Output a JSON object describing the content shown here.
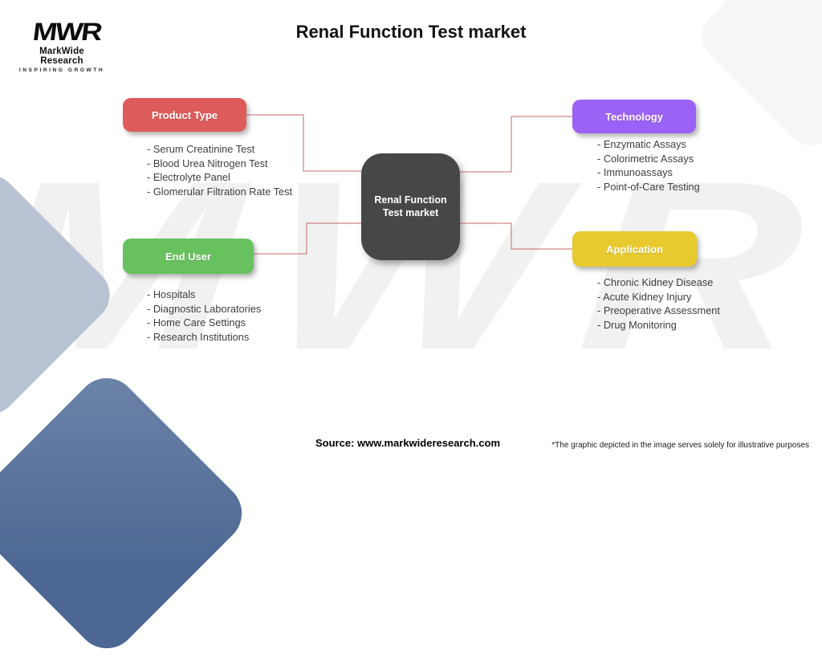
{
  "title": "Renal Function Test market",
  "logo": {
    "monogram": "MWR",
    "name": "MarkWide Research",
    "tagline": "INSPIRING GROWTH"
  },
  "watermark_text": "MWR",
  "center_node": {
    "label": "Renal Function Test market",
    "color": "#474747"
  },
  "list_prefix": "- ",
  "branches": [
    {
      "id": "product-type",
      "label": "Product Type",
      "color": "#DE5B5B",
      "items": [
        "Serum Creatinine Test",
        "Blood Urea Nitrogen Test",
        "Electrolyte Panel",
        "Glomerular Filtration Rate Test"
      ]
    },
    {
      "id": "technology",
      "label": "Technology",
      "color": "#9A62F5",
      "items": [
        "Enzymatic Assays",
        "Colorimetric Assays",
        "Immunoassays",
        "Point-of-Care Testing"
      ]
    },
    {
      "id": "end-user",
      "label": "End User",
      "color": "#67C15E",
      "items": [
        "Hospitals",
        "Diagnostic Laboratories",
        "Home Care Settings",
        "Research Institutions"
      ]
    },
    {
      "id": "application",
      "label": "Application",
      "color": "#E9CA2E",
      "items": [
        "Chronic Kidney Disease",
        "Acute Kidney Injury",
        "Preoperative Assessment",
        "Drug Monitoring"
      ]
    }
  ],
  "footer": {
    "source": "Source: www.markwideresearch.com",
    "disclaimer": "*The graphic depicted in the image serves solely for illustrative purposes"
  },
  "colors": {
    "connector": "#c46a6a",
    "watermark": "#f1f1f1",
    "decor_light_diamond": "#b7c3d3",
    "decor_dark_diamond": "#546f9a"
  }
}
